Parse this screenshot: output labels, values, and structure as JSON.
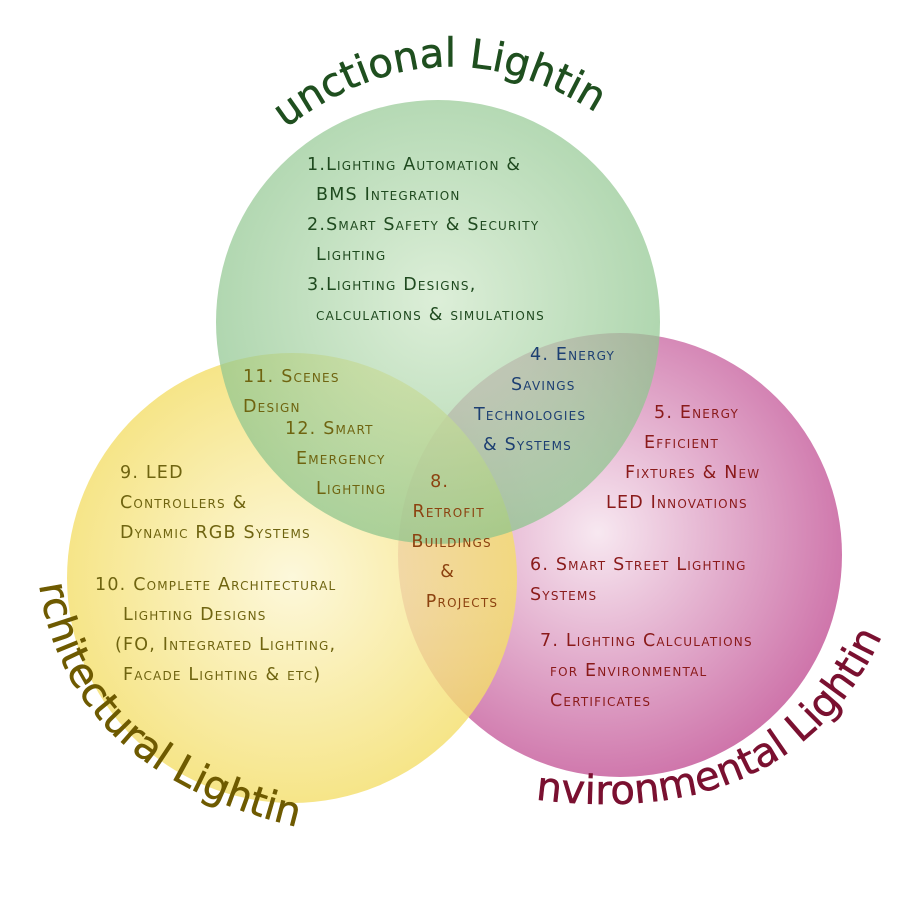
{
  "titles": {
    "functional": "Functional Lighting",
    "architectural": "Architectural Lighting",
    "environmental": "Environmental Lighting"
  },
  "colors": {
    "functional_fill": "#8cc48c",
    "architectural_fill": "#f5e26f",
    "environmental_fill": "#c55a9a",
    "functional_text": "#1f4f1f",
    "architectural_text": "#6e5a00",
    "environmental_text": "#7a1030",
    "item_green": "#1f4a1f",
    "item_blue": "#1d3f72",
    "item_red": "#8a1a1a",
    "item_olive": "#6f6410",
    "item_brown": "#8c4210"
  },
  "items": {
    "item1": [
      "1.Lighting Automation &",
      "BMS Integration"
    ],
    "item2": [
      "2.Smart Safety & Security",
      "Lighting"
    ],
    "item3": [
      "3.Lighting Designs,",
      "calculations & simulations"
    ],
    "item4": [
      "4. Energy",
      "Savings",
      "Technologies",
      "& Systems"
    ],
    "item5": [
      "5. Energy",
      "Efficient",
      "Fixtures & New",
      "LED Innovations"
    ],
    "item6": [
      "6. Smart Street Lighting",
      "Systems"
    ],
    "item7": [
      "7. Lighting Calculations",
      "for Environmental",
      "Certificates"
    ],
    "item8": [
      "8.",
      "Retrofit",
      "Buildings",
      "&",
      "Projects"
    ],
    "item9": [
      "9. LED",
      "Controllers &",
      "Dynamic RGB Systems"
    ],
    "item10": [
      "10. Complete Architectural",
      "Lighting Designs",
      "(FO, Integrated Lighting,",
      "Facade Lighting & etc)"
    ],
    "item11": [
      "11. Scenes",
      "Design"
    ],
    "item12": [
      "12. Smart",
      "Emergency",
      "Lighting"
    ]
  }
}
